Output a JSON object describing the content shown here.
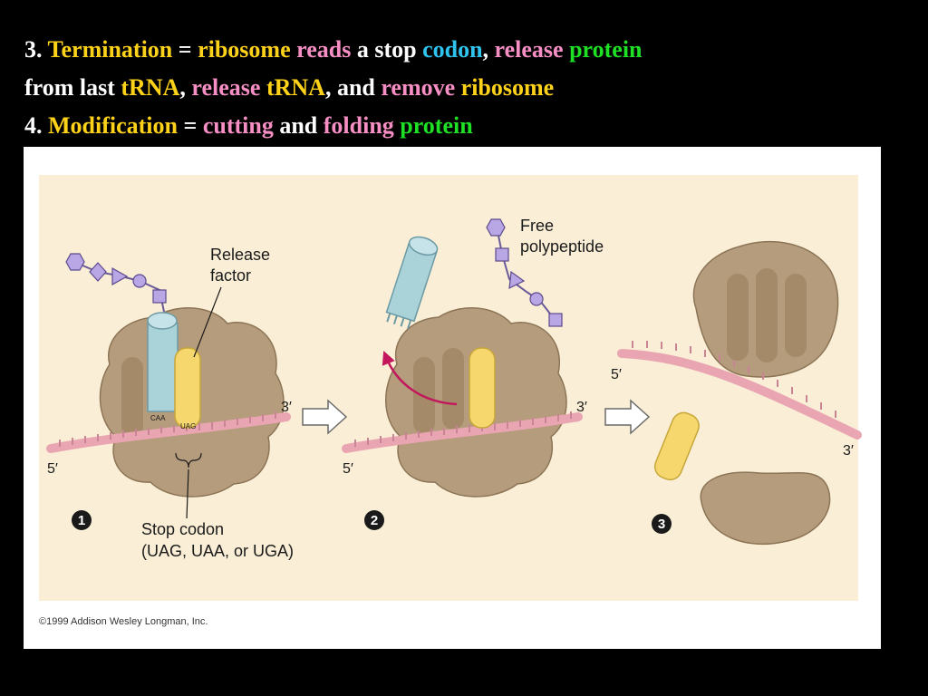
{
  "lines": [
    [
      {
        "t": "3. ",
        "c": "white"
      },
      {
        "t": "Termination",
        "c": "yellow"
      },
      {
        "t": " = ",
        "c": "white"
      },
      {
        "t": "ribosome",
        "c": "yellow"
      },
      {
        "t": " ",
        "c": "white"
      },
      {
        "t": "reads",
        "c": "pink"
      },
      {
        "t": " a stop ",
        "c": "white"
      },
      {
        "t": "codon",
        "c": "cyan"
      },
      {
        "t": ", ",
        "c": "white"
      },
      {
        "t": "release",
        "c": "pink"
      },
      {
        "t": " ",
        "c": "white"
      },
      {
        "t": "protein",
        "c": "green"
      }
    ],
    [
      {
        "t": "from last ",
        "c": "white"
      },
      {
        "t": "tRNA",
        "c": "yellow"
      },
      {
        "t": ", ",
        "c": "white"
      },
      {
        "t": "release",
        "c": "pink"
      },
      {
        "t": " ",
        "c": "white"
      },
      {
        "t": "tRNA",
        "c": "yellow"
      },
      {
        "t": ", and ",
        "c": "white"
      },
      {
        "t": "remove",
        "c": "pink"
      },
      {
        "t": " ",
        "c": "white"
      },
      {
        "t": "ribosome",
        "c": "yellow"
      }
    ],
    [
      {
        "t": "4. ",
        "c": "white"
      },
      {
        "t": "Modification",
        "c": "yellow"
      },
      {
        "t": " = ",
        "c": "white"
      },
      {
        "t": "cutting",
        "c": "pink"
      },
      {
        "t": " and ",
        "c": "white"
      },
      {
        "t": "folding",
        "c": "pink"
      },
      {
        "t": " ",
        "c": "white"
      },
      {
        "t": "protein",
        "c": "green"
      }
    ]
  ],
  "diagram": {
    "release_factor_label": [
      "Release",
      "factor"
    ],
    "free_polypeptide_label": [
      "Free",
      "polypeptide"
    ],
    "stop_codon_label": [
      "Stop codon",
      "(UAG, UAA, or UGA)"
    ],
    "codon_text": "UAG",
    "anticodon_text": "CAA",
    "five_prime": "5′",
    "three_prime": "3′",
    "step_numbers": [
      "1",
      "2",
      "3"
    ],
    "copyright": "©1999 Addison Wesley Longman, Inc."
  },
  "colors": {
    "white": "#ffffff",
    "yellow": "#ffd21a",
    "pink": "#f78fc5",
    "cyan": "#2fc4ef",
    "green": "#1ee024",
    "background": "#000000",
    "diagram_bg": "#faefd6",
    "ribosome": "#b59c7c",
    "trna": "#a9d2d9",
    "release_factor": "#f5d76e",
    "mrna": "#e9a5b2"
  }
}
